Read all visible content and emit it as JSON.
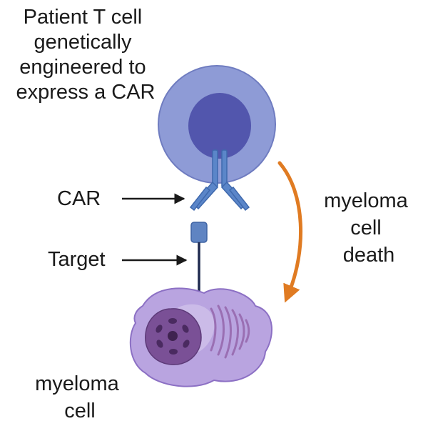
{
  "labels": {
    "t_cell": [
      "Patient T cell",
      "genetically",
      "engineered to",
      "express a CAR"
    ],
    "car": "CAR",
    "target": "Target",
    "death": [
      "myeloma",
      "cell",
      "death"
    ],
    "myeloma_cell": [
      "myeloma",
      "cell"
    ]
  },
  "colors": {
    "t_cell_outer": "#8e9bd6",
    "t_cell_nucleus": "#5256ad",
    "car_receptor": "#5b86c9",
    "target_antigen": "#5f84c2",
    "target_stalk": "#1f2a4f",
    "myeloma_body": "#b9a4e0",
    "myeloma_nucleus": "#7a5096",
    "death_arrow": "#e07b22",
    "label_arrow": "#1a1a1a"
  }
}
